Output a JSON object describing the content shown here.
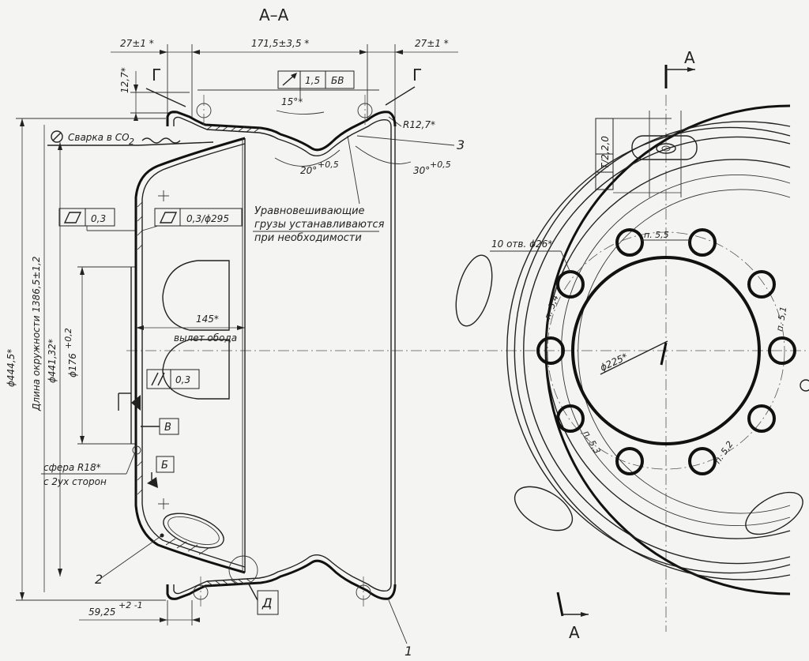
{
  "section_title": "А–А",
  "section_marker": "А",
  "dimensions": {
    "left_offset": "27±1 *",
    "width": "171,5±3,5 *",
    "right_offset": "27±1 *",
    "flange_height": "12,7*",
    "radius": "R12,7*",
    "angle_15": "15°*",
    "angle_20": "20°",
    "angle_20_tol": "+0,5",
    "angle_30": "30°",
    "angle_30_tol": "+0,5",
    "dia_4445": "ϕ444,5*",
    "circumference": "Длина окружности 1386,5±1,2",
    "dia_44132": "ϕ441,32*",
    "dia_176": "ϕ176",
    "dia_176_tol": "+0,2",
    "offset_145": "145*",
    "offset_label": "вылет обода",
    "bottom_dim": "59,25",
    "bottom_tol": "+2 -1",
    "holes": "10 отв. ϕ26*",
    "dia_225": "ϕ225*",
    "gap_1": "п. 5,5",
    "gap_2": "п. 5,4",
    "gap_3": "п. 5,1",
    "gap_4": "п. 5,3",
    "gap_5": "п. 5,2",
    "t_half": "T/2,2,0"
  },
  "labels": {
    "gamma_left": "Г",
    "gamma_right": "Г",
    "welding": "Сварка в CO",
    "welding_sub": "2",
    "weights_1": "Уравновешивающие",
    "weights_2": "грузы устанавливаются",
    "weights_3": "при необходимости",
    "sphere_1": "сфера R18*",
    "sphere_2": "с 2ух сторон",
    "datum_b": "В",
    "datum_be": "Б",
    "datum_d": "Д",
    "part_1": "1",
    "part_2": "2",
    "part_3": "3"
  },
  "tolerances": {
    "runout_value": "1,5",
    "runout_datum": "БВ",
    "flat_1": "0,3",
    "flat_2": "0,3/ϕ295",
    "parallel": "0,3"
  }
}
